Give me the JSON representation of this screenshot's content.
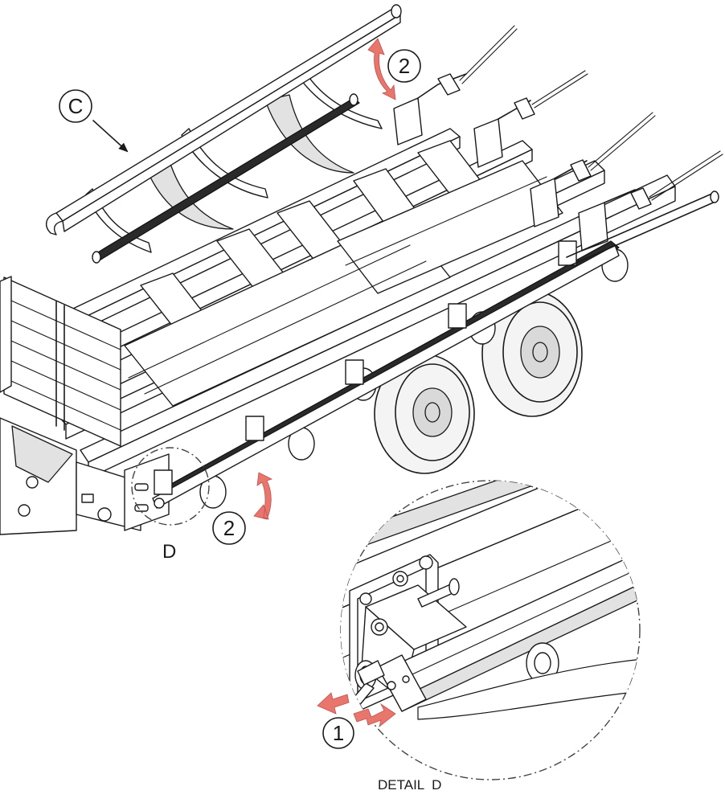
{
  "figure": {
    "callouts": {
      "c": "C",
      "two_top": "2",
      "two_bottom": "2",
      "one": "1"
    },
    "detail_marker": "D",
    "detail_title": "DETAIL  D"
  },
  "colors": {
    "line": "#1a1a1a",
    "arrow": "#e8766d",
    "background": "#ffffff"
  },
  "icons": [
    "double-headed-curved-arrow",
    "leader-arrow"
  ]
}
